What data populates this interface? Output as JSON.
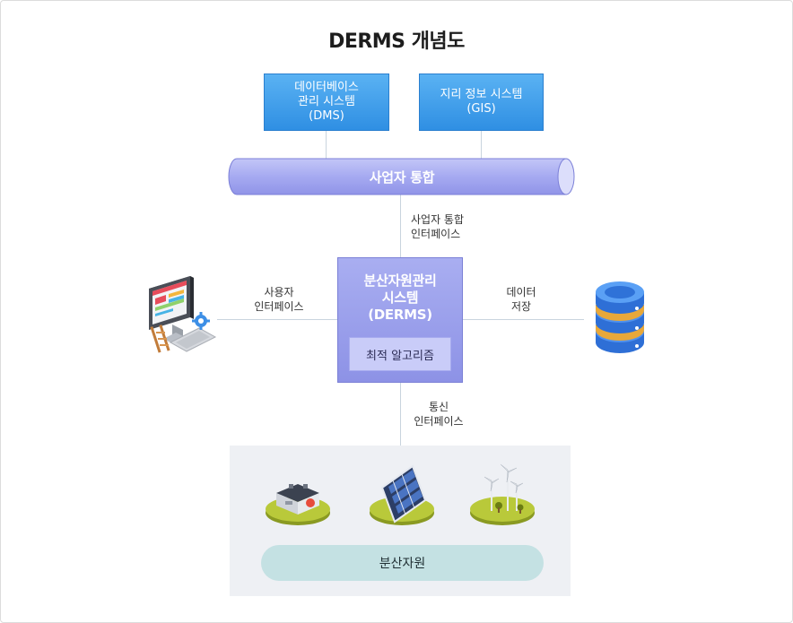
{
  "title": "DERMS 개념도",
  "nodes": {
    "dms": "데이터베이스\n관리 시스템\n(DMS)",
    "gis": "지리 정보 시스템\n(GIS)",
    "utility_integration": "사업자 통합",
    "derms": "분산자원관리\n시스템\n(DERMS)",
    "optimization": "최적 알고리즘",
    "distributed_resources": "분산자원"
  },
  "connections": {
    "utility_interface": "사업자 통합\n인터페이스",
    "user_interface": "사용자\n인터페이스",
    "data_storage": "데이터\n저장",
    "comm_interface": "통신\n인터페이스"
  },
  "icons": {
    "user": "computer-monitor-icon",
    "storage": "database-icon",
    "battery": "battery-storage-icon",
    "solar": "solar-panel-icon",
    "wind": "wind-turbine-icon"
  },
  "colors": {
    "top_box": "#3d9ef0",
    "pipe": "#a9adf3",
    "derms": "#9a9fee",
    "algo": "#c9ccf8",
    "pill": "#c4e1e3",
    "line": "#c9d4de"
  }
}
